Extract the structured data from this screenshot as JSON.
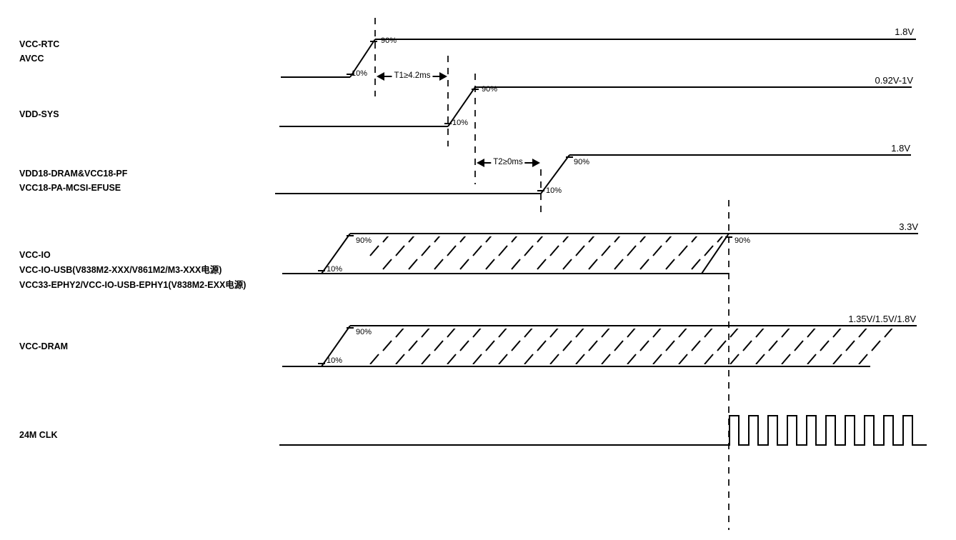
{
  "signals": [
    {
      "names": [
        "VCC-RTC",
        "AVCC"
      ],
      "voltage": "1.8V"
    },
    {
      "names": [
        "VDD-SYS"
      ],
      "voltage": "0.92V-1V"
    },
    {
      "names": [
        "VDD18-DRAM&VCC18-PF",
        "VCC18-PA-MCSI-EFUSE"
      ],
      "voltage": "1.8V"
    },
    {
      "names": [
        "VCC-IO",
        "VCC-IO-USB(V838M2-XXX/V861M2/M3-XXX电源)",
        "VCC33-EPHY2/VCC-IO-USB-EPHY1(V838M2-EXX电源)"
      ],
      "voltage": "3.3V"
    },
    {
      "names": [
        "VCC-DRAM"
      ],
      "voltage": "1.35V/1.5V/1.8V"
    },
    {
      "names": [
        "24M CLK"
      ]
    }
  ],
  "timing": {
    "t1": "T1≥4.2ms",
    "t2": "T2≥0ms"
  },
  "markers": {
    "p90": "90%",
    "p10": "10%"
  }
}
